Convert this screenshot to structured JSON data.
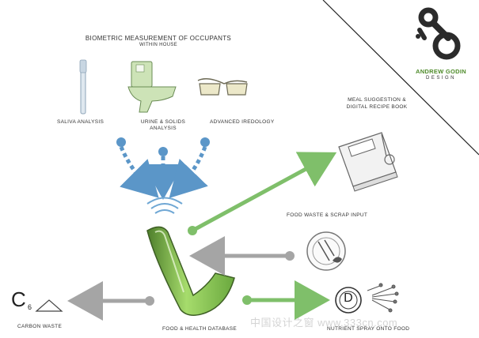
{
  "brand": {
    "name": "ANDREW GODIN",
    "tagline": "DESIGN"
  },
  "sections": {
    "biometric_title": "BIOMETRIC MEASUREMENT OF OCCUPANTS",
    "biometric_subtitle": "WITHIN HOUSE"
  },
  "inputs": [
    {
      "label": "SALIVA ANALYSIS",
      "icon": "toothbrush-icon"
    },
    {
      "label": "URINE & SOLIDS ANALYSIS",
      "icon": "toilet-icon"
    },
    {
      "label": "ADVANCED IREDOLOGY",
      "icon": "glasses-icon"
    }
  ],
  "outputs": {
    "meal": "MEAL SUGGESTION & DIGITAL RECIPE BOOK",
    "food_waste": "FOOD WASTE & SCRAP INPUT",
    "carbon_symbol": "C",
    "carbon_subscript": "6",
    "carbon": "CARBON WASTE",
    "database": "FOOD & HEALTH DATABASE",
    "nutrient": "NUTRIENT SPRAY ONTO FOOD",
    "plate_letter": "D"
  },
  "watermark": "中国设计之窗 www.333cn.com",
  "colors": {
    "blue": "#5b96c8",
    "green": "#7fbf6a",
    "grey": "#a5a5a5",
    "device": "#8fca5b"
  }
}
